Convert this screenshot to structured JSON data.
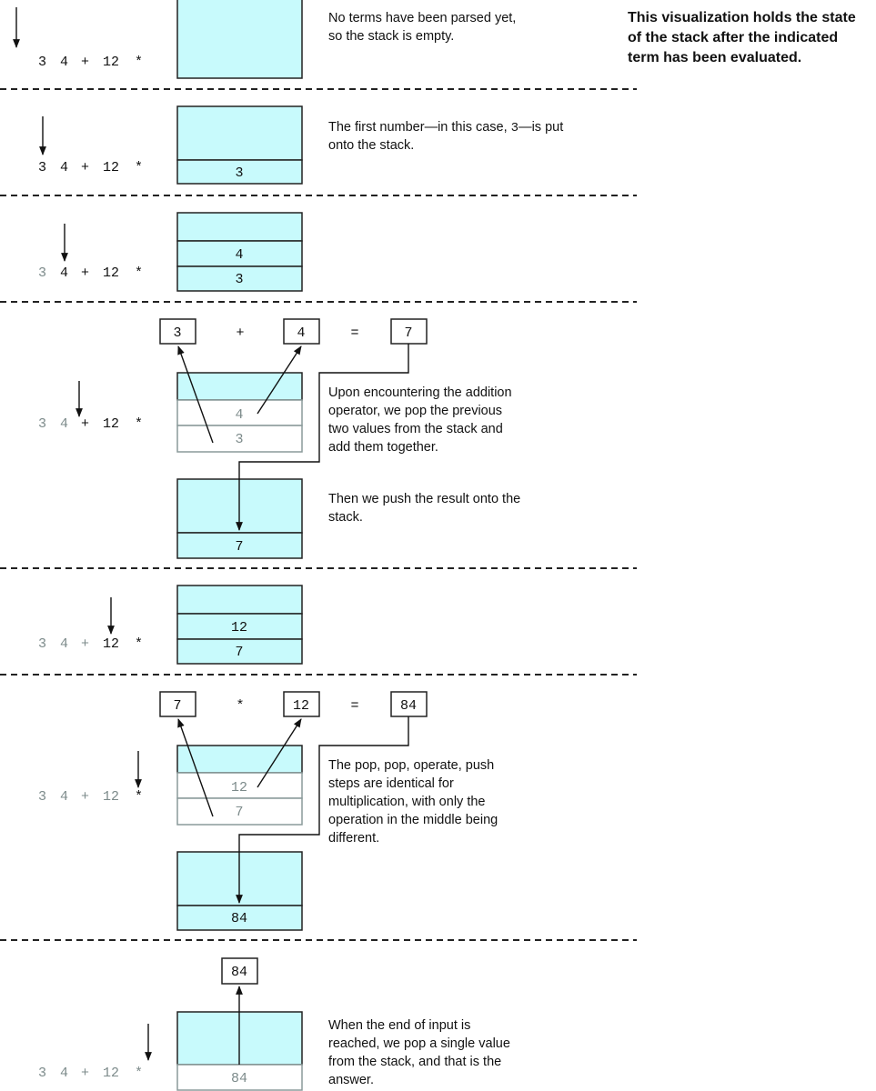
{
  "heading": [
    "This visualization holds the state",
    "of the stack after the indicated",
    "term has been evaluated."
  ],
  "tokens": [
    "3",
    "4",
    "+",
    "12",
    "*"
  ],
  "colors": {
    "stack_fill": "#c8fafc",
    "processed_text": "#7d8b8b"
  },
  "panels": [
    {
      "desc": [
        "No terms have been parsed yet,",
        "so the stack is empty."
      ]
    },
    {
      "desc_pre": "The first number—in this case, ",
      "desc_code": "3",
      "desc_post": "—is put",
      "desc2": "onto the stack.",
      "stack": [
        "3"
      ]
    },
    {
      "stack": [
        "4",
        "3"
      ]
    },
    {
      "op": {
        "left": "3",
        "operator": "+",
        "right": "4",
        "equals": "=",
        "result": "7"
      },
      "popped": [
        "4",
        "3"
      ],
      "desc": [
        "Upon encountering the addition",
        "operator, we pop the previous",
        "two values from the stack and",
        "add them together."
      ],
      "desc_push": [
        "Then we push the result onto the",
        "stack."
      ],
      "stack": [
        "7"
      ]
    },
    {
      "stack": [
        "12",
        "7"
      ]
    },
    {
      "op": {
        "left": "7",
        "operator": "*",
        "right": "12",
        "equals": "=",
        "result": "84"
      },
      "popped": [
        "12",
        "7"
      ],
      "desc": [
        "The pop, pop, operate, push",
        "steps are identical for",
        "multiplication, with only the",
        "operation in the middle being",
        "different."
      ],
      "stack": [
        "84"
      ]
    },
    {
      "result": "84",
      "popped": [
        "84"
      ],
      "desc": [
        "When the end of input is",
        "reached, we pop a single value",
        "from the stack, and that is the",
        "answer."
      ]
    }
  ]
}
